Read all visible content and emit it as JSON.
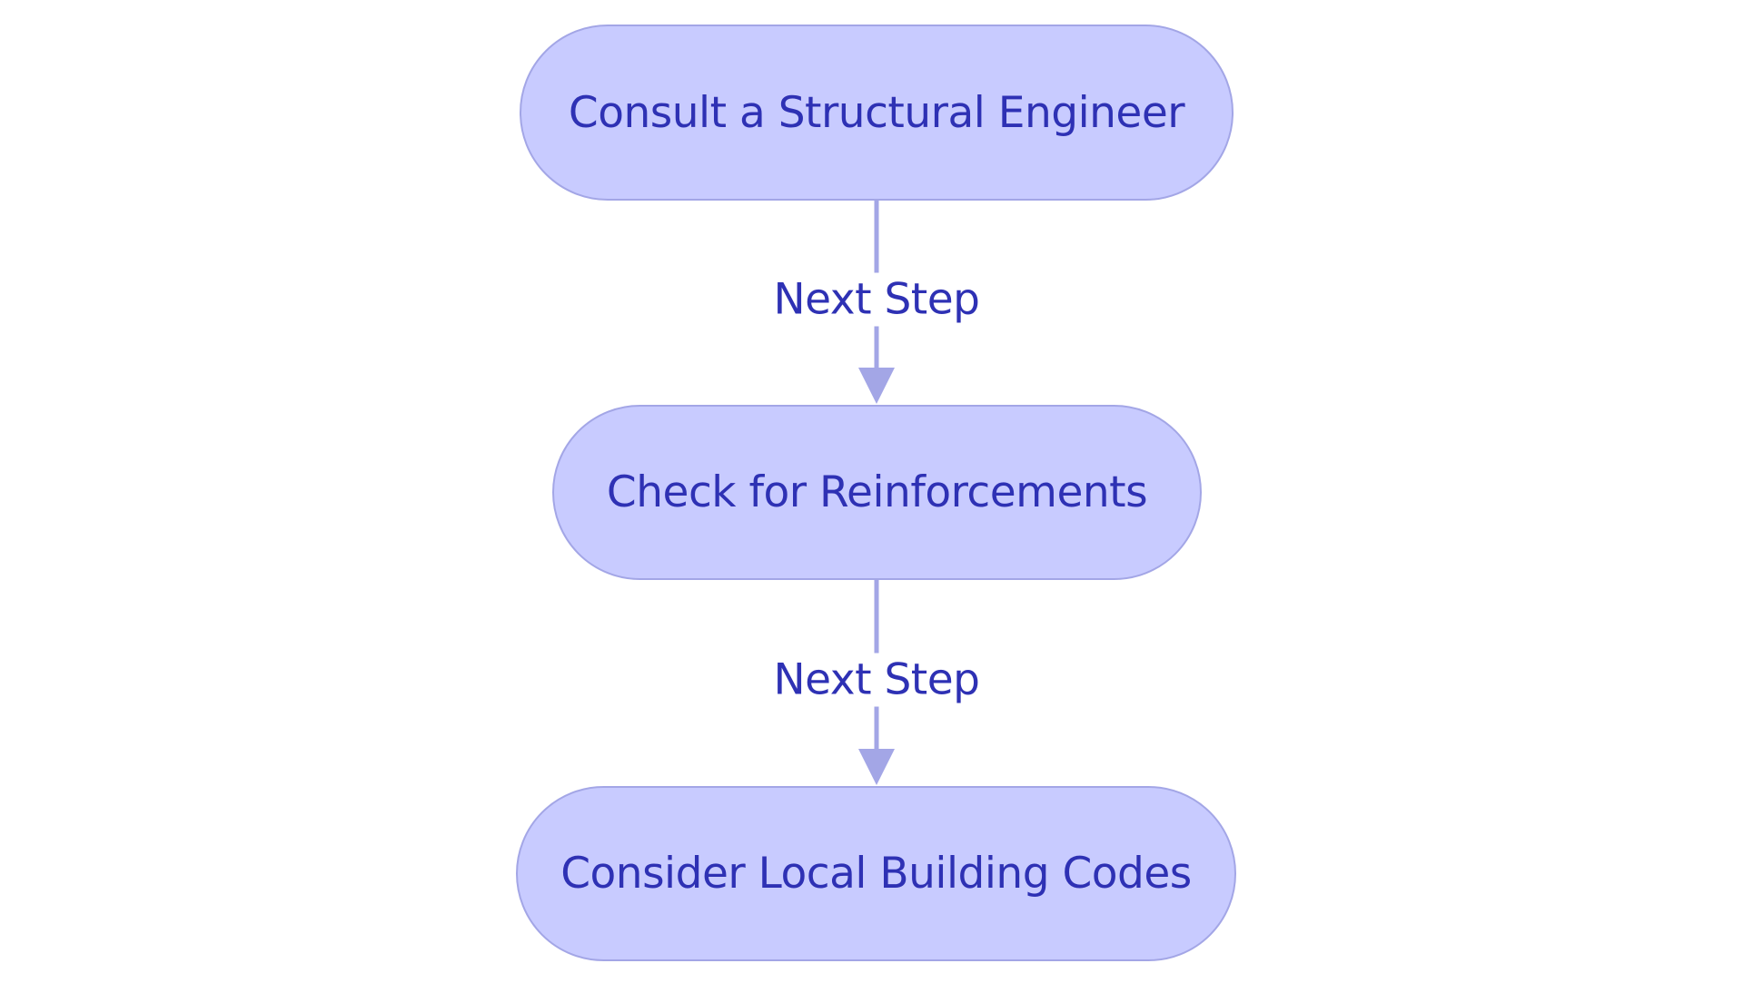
{
  "flowchart": {
    "nodes": [
      {
        "id": "consult",
        "label": "Consult a Structural Engineer"
      },
      {
        "id": "check",
        "label": "Check for Reinforcements"
      },
      {
        "id": "consider",
        "label": "Consider Local Building Codes"
      }
    ],
    "edges": [
      {
        "from": "consult",
        "to": "check",
        "label": "Next Step"
      },
      {
        "from": "check",
        "to": "consider",
        "label": "Next Step"
      }
    ]
  },
  "colors": {
    "node_fill": "#c8cbff",
    "node_stroke": "#a3a6e6",
    "text": "#2e31b4",
    "edge": "#a3a6e6",
    "background": "#ffffff"
  }
}
